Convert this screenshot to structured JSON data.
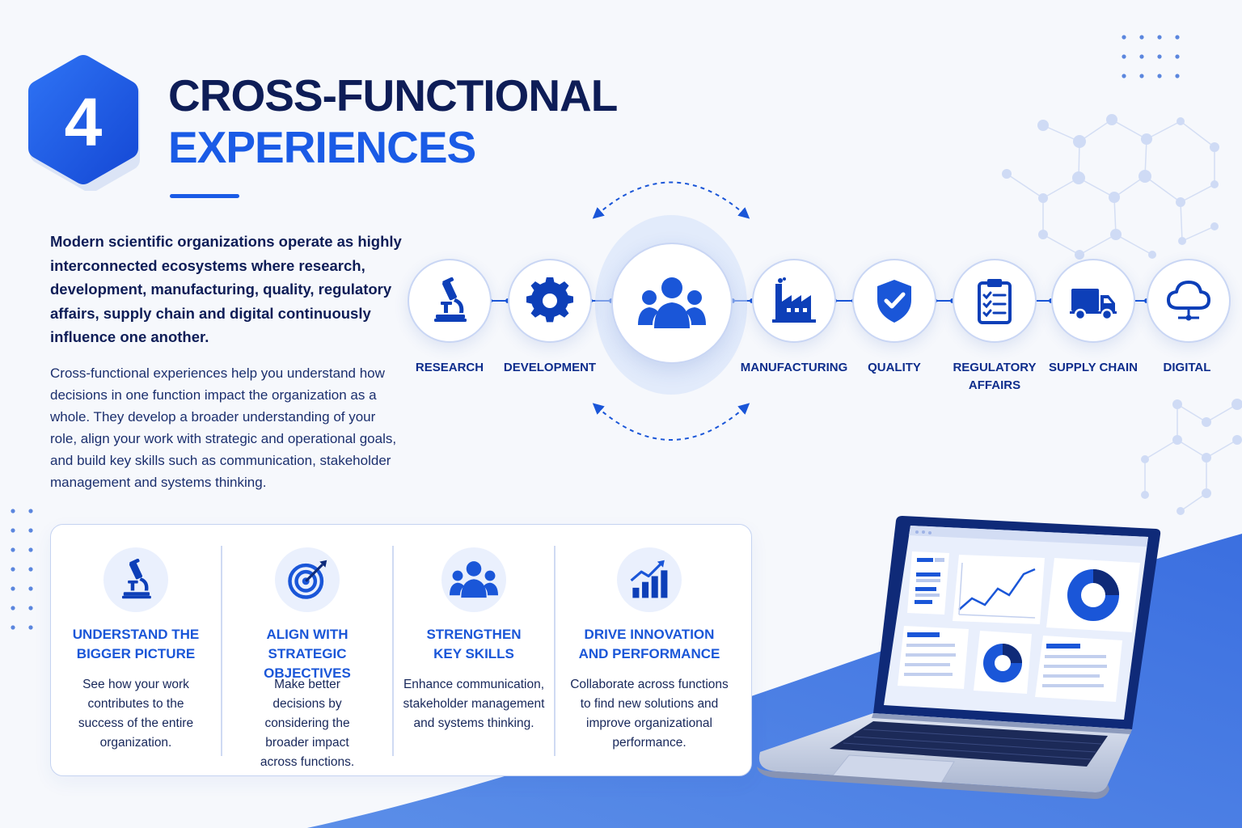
{
  "header": {
    "number": "4",
    "title_line1": "CROSS-FUNCTIONAL",
    "title_line2": "EXPERIENCES"
  },
  "intro": {
    "bold": "Modern scientific organizations operate as highly interconnected ecosystems where research, development, manufacturing, quality, regulatory affairs, supply chain and digital continuously influence one another.",
    "body": "Cross-functional experiences help you understand how decisions in one function impact the organization as a whole. They develop a broader understanding of your role, align your work with strategic and operational goals, and build key skills such as communication, stakeholder management and systems thinking."
  },
  "functions": [
    {
      "label": "RESEARCH",
      "icon": "microscope-icon"
    },
    {
      "label": "DEVELOPMENT",
      "icon": "gear-icon"
    },
    {
      "label": "MANUFACTURING",
      "icon": "factory-icon"
    },
    {
      "label": "QUALITY",
      "icon": "shield-check-icon"
    },
    {
      "label": "REGULATORY AFFAIRS",
      "icon": "clipboard-icon"
    },
    {
      "label": "SUPPLY CHAIN",
      "icon": "truck-icon"
    },
    {
      "label": "DIGITAL",
      "icon": "cloud-icon"
    }
  ],
  "center_icon": "team-icon",
  "benefits": [
    {
      "title": "UNDERSTAND THE BIGGER PICTURE",
      "text": "See how your work contributes to the success of the entire organization.",
      "icon": "microscope-icon"
    },
    {
      "title": "ALIGN WITH STRATEGIC OBJECTIVES",
      "text": "Make better decisions by considering the broader impact across functions.",
      "icon": "target-icon"
    },
    {
      "title": "STRENGTHEN KEY SKILLS",
      "text": "Enhance communication, stakeholder management and systems thinking.",
      "icon": "team-icon"
    },
    {
      "title": "DRIVE INNOVATION AND PERFORMANCE",
      "text": "Collaborate across functions to find new solutions and improve organizational performance.",
      "icon": "growth-chart-icon"
    }
  ],
  "colors": {
    "navy": "#0e1d57",
    "primary_blue": "#1a5be6",
    "icon_blue": "#0d3fb8",
    "accent_light": "#eaf0fd"
  }
}
